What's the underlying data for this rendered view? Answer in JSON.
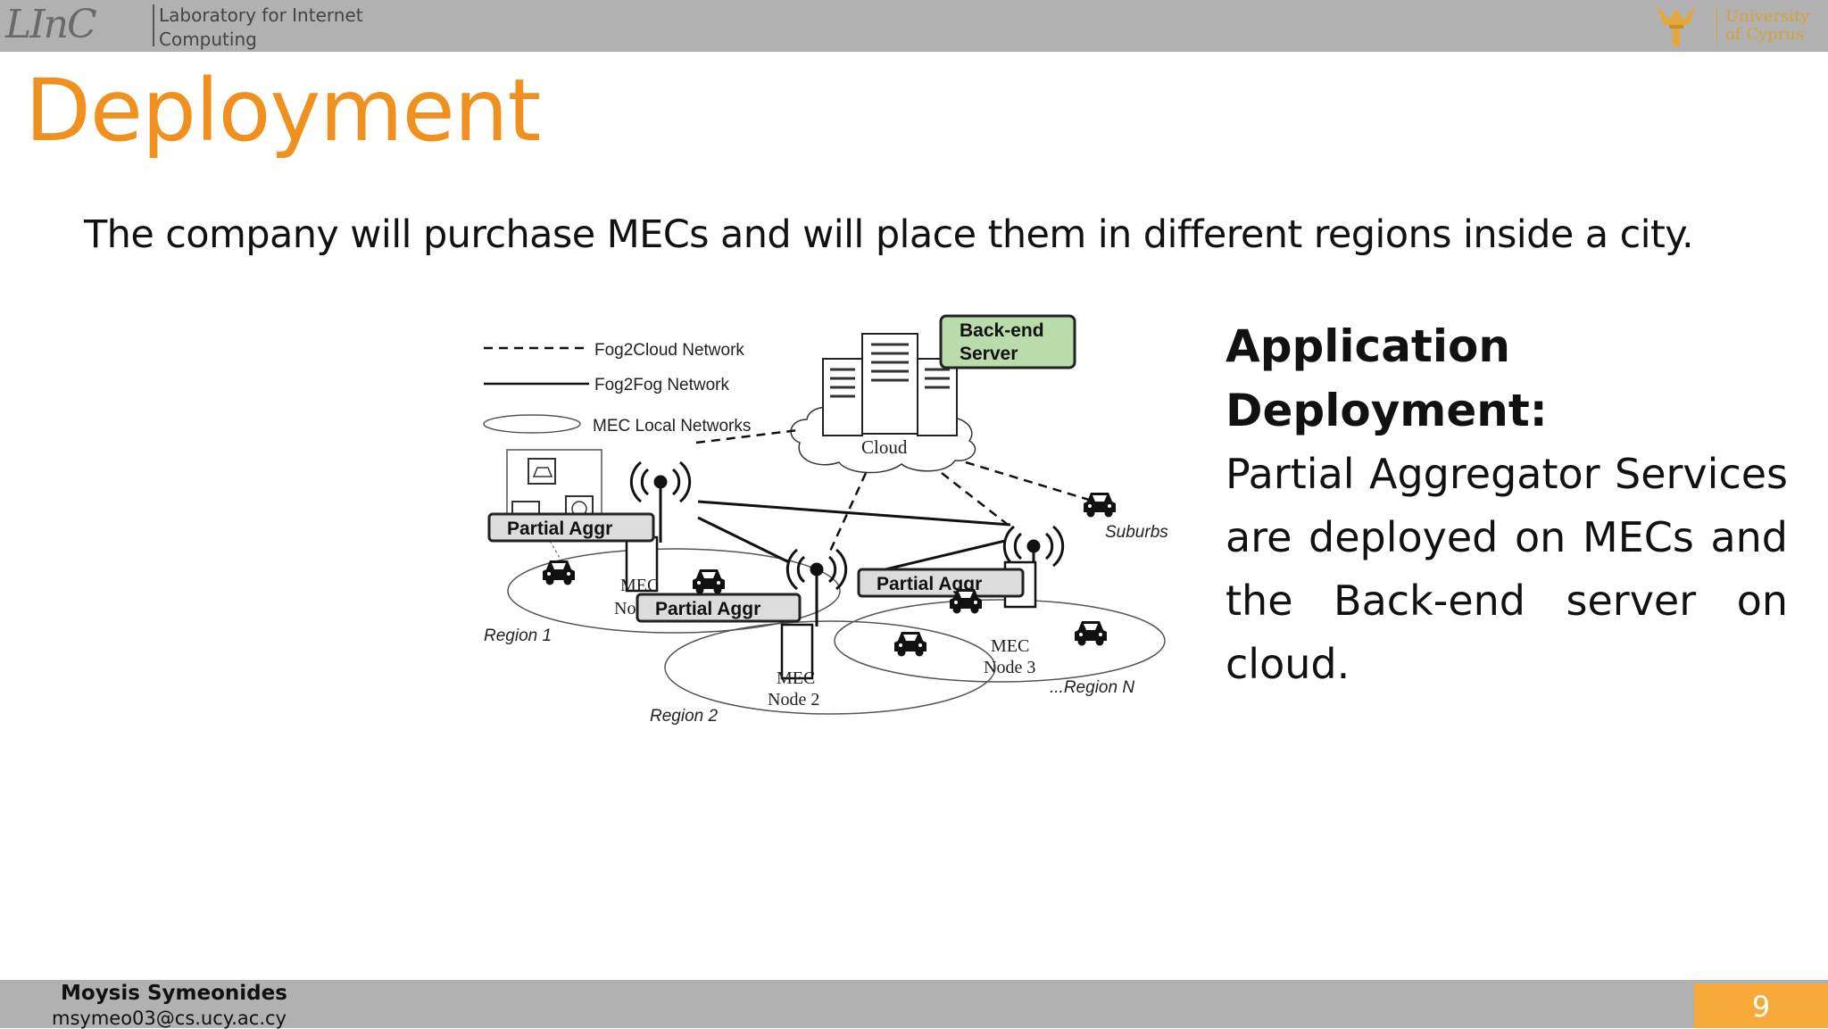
{
  "header": {
    "logo_left": "LInC",
    "lab_line1": "Laboratory for Internet",
    "lab_line2": "Computing",
    "university_line1": "University",
    "university_line2": "of Cyprus"
  },
  "slide": {
    "title": "Deployment",
    "subtitle": "The company will purchase MECs and will place them in different regions inside a city.",
    "side_heading": "Application Deployment:",
    "side_body": "Partial Aggregator Services are deployed on MECs and the Back-end server on cloud."
  },
  "diagram": {
    "legend_fog2cloud": "Fog2Cloud Network",
    "legend_fog2fog": "Fog2Fog Network",
    "legend_mec": "MEC Local Networks",
    "backend_line1": "Back-end",
    "backend_line2": "Server",
    "cloud": "Cloud",
    "suburbs": "Suburbs",
    "aggr1": "Partial Aggr",
    "aggr2": "Partial Aggr",
    "aggr3": "Partial Aggr",
    "mec1_partial_line1": "MEC",
    "mec1_partial_line2": "No",
    "mec2_line1": "MEC",
    "mec2_line2": "Node 2",
    "mec3_line1": "MEC",
    "mec3_line2": "Node 3",
    "region1": "Region 1",
    "region2": "Region 2",
    "regionN": "...Region N",
    "backend_color": "#b9dcaa",
    "aggr_color": "#dcdcdc"
  },
  "footer": {
    "author": "Moysis Symeonides",
    "email": "msymeo03@cs.ucy.ac.cy",
    "page": "9"
  }
}
